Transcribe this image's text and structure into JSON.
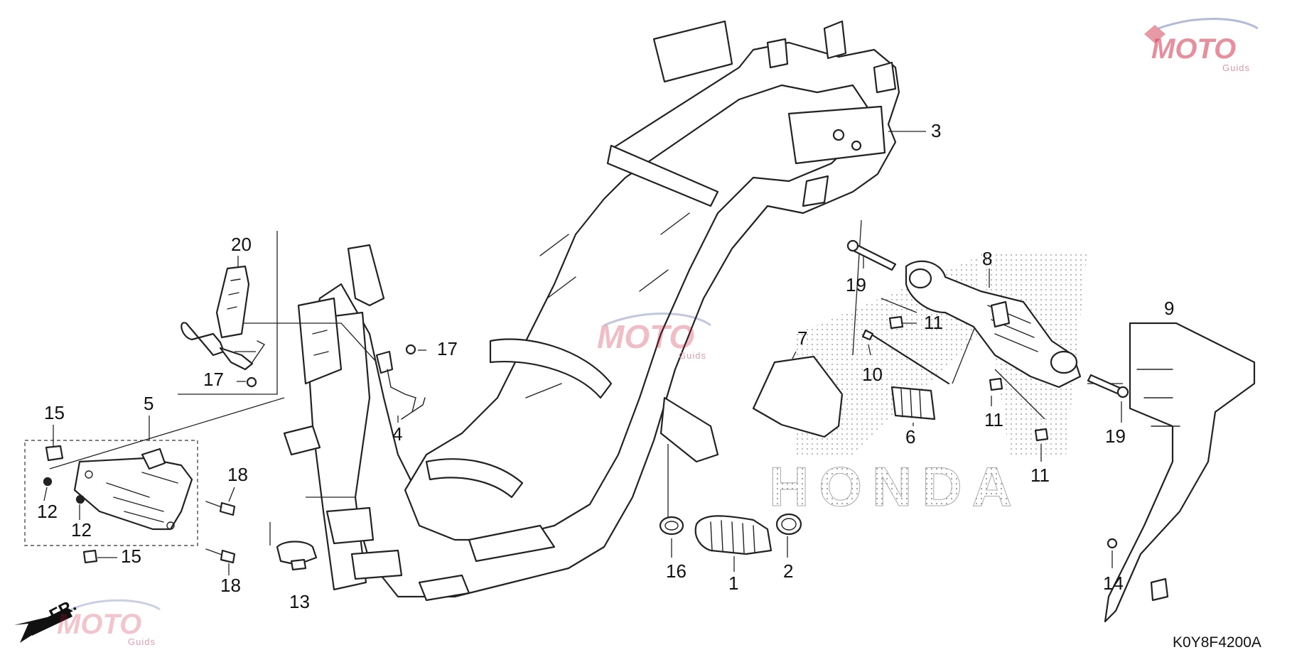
{
  "diagram": {
    "catalog_code": "K0Y8F4200A",
    "direction_label": "FR.",
    "brand_watermark": "HONDA",
    "site_watermark": {
      "text": "MOTO",
      "sub": "Guids"
    },
    "colors": {
      "line": "#222222",
      "watermark_red": "#c8102e",
      "watermark_blue": "#1f3a8a",
      "halftone": "#9a9a9a"
    },
    "callouts": [
      {
        "id": "c3",
        "label": "3"
      },
      {
        "id": "c20",
        "label": "20"
      },
      {
        "id": "c17a",
        "label": "17"
      },
      {
        "id": "c17b",
        "label": "17"
      },
      {
        "id": "c4",
        "label": "4"
      },
      {
        "id": "c5",
        "label": "5"
      },
      {
        "id": "c15a",
        "label": "15"
      },
      {
        "id": "c15b",
        "label": "15"
      },
      {
        "id": "c12a",
        "label": "12"
      },
      {
        "id": "c12b",
        "label": "12"
      },
      {
        "id": "c18a",
        "label": "18"
      },
      {
        "id": "c18b",
        "label": "18"
      },
      {
        "id": "c13",
        "label": "13"
      },
      {
        "id": "c16",
        "label": "16"
      },
      {
        "id": "c1",
        "label": "1"
      },
      {
        "id": "c2",
        "label": "2"
      },
      {
        "id": "c7",
        "label": "7"
      },
      {
        "id": "c10",
        "label": "10"
      },
      {
        "id": "c6",
        "label": "6"
      },
      {
        "id": "c19a",
        "label": "19"
      },
      {
        "id": "c19b",
        "label": "19"
      },
      {
        "id": "c8",
        "label": "8"
      },
      {
        "id": "c11a",
        "label": "11"
      },
      {
        "id": "c11b",
        "label": "11"
      },
      {
        "id": "c11c",
        "label": "11"
      },
      {
        "id": "c9",
        "label": "9"
      },
      {
        "id": "c14",
        "label": "14"
      }
    ]
  }
}
